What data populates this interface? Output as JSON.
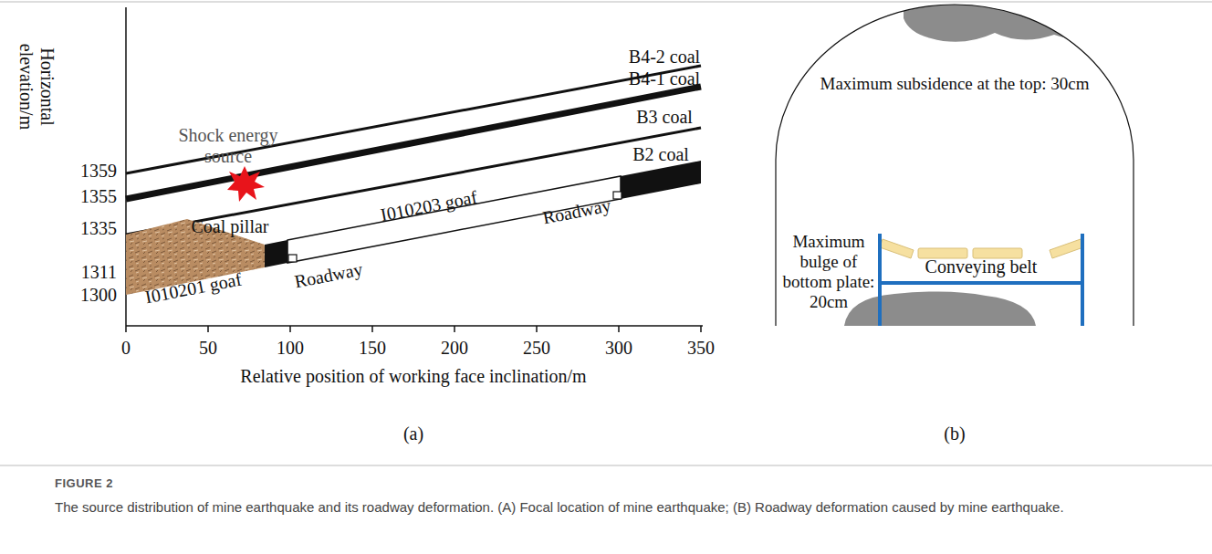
{
  "diagram": {
    "caption": "The source distribution of mine earthquake and its roadway deformation. (A) Focal location of mine earthquake; (B) Roadway deformation caused by mine earthquake.",
    "labels": [
      "Horizontal elevation/m",
      "1359",
      "1355",
      "1335",
      "1311",
      "1300",
      "0",
      "50",
      "100",
      "150",
      "200",
      "250",
      "300",
      "350",
      "Relative position of working face inclination/m",
      "B4-2 coal",
      "B4-1 coal",
      "B3 coal",
      "B2 coal",
      "Shock energy source",
      "Coal pillar",
      "I010203 goaf",
      "Roadway",
      "Roadway",
      "I010201 goaf",
      "(a)",
      "Maximum subsidence at the top: 30cm",
      "Maximum bulge of bottom plate: 20cm",
      "Conveying belt",
      "(b)",
      "FIGURE 2"
    ]
  }
}
